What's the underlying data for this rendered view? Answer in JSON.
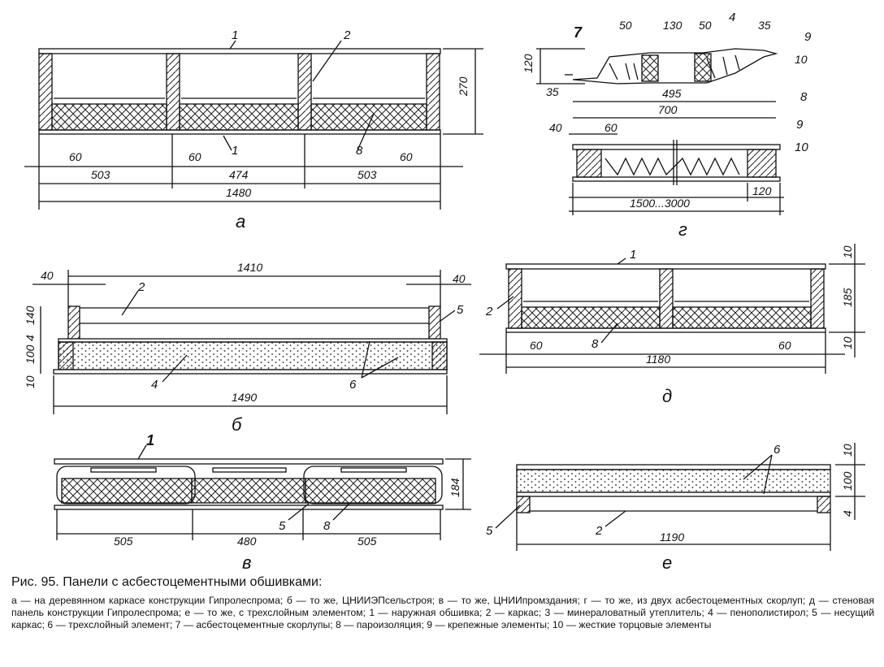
{
  "panels": {
    "a": {
      "caption": "а",
      "dims": [
        "270",
        "60",
        "60",
        "60",
        "503",
        "474",
        "503",
        "1480"
      ],
      "labels": [
        "1",
        "2",
        "1",
        "8"
      ]
    },
    "g": {
      "caption": "г",
      "dims": [
        "50",
        "130",
        "50",
        "35",
        "120",
        "10",
        "35",
        "495",
        "700",
        "40",
        "60",
        "1500...3000",
        "120"
      ],
      "labels": [
        "7",
        "4",
        "9",
        "8",
        "9",
        "10"
      ]
    },
    "b": {
      "caption": "б",
      "dims": [
        "1410",
        "40",
        "40",
        "140",
        "4",
        "100",
        "10",
        "1490"
      ],
      "labels": [
        "2",
        "5",
        "4",
        "6"
      ]
    },
    "d": {
      "caption": "д",
      "dims": [
        "10",
        "185",
        "10",
        "60",
        "60",
        "1180"
      ],
      "labels": [
        "1",
        "2",
        "8"
      ]
    },
    "v": {
      "caption": "в",
      "dims": [
        "184",
        "505",
        "480",
        "505"
      ],
      "labels": [
        "1",
        "5",
        "8"
      ]
    },
    "e": {
      "caption": "е",
      "dims": [
        "10",
        "100",
        "4",
        "1190"
      ],
      "labels": [
        "6",
        "5",
        "2"
      ]
    }
  },
  "caption": {
    "title": "Рис. 95. Панели с асбестоцементными обшивками:",
    "legend": "а — на деревянном каркасе конструкции Гипролеспрома; б — то же, ЦНИИЭПсельстроя; в — то же, ЦНИИпромздания; г — то же, из двух асбестоцементных скорлуп; д — стеновая панель конструкции Гипролеспрома; е — то же, с трехслойным элементом; 1 — наружная обшивка; 2 — каркас; 3 — минераловатный утеплитель; 4 — пенополистирол; 5 — несущий каркас; 6 — трехслойный элемент; 7 — асбестоцементные скорлупы; 8 — пароизоляция; 9 — крепежные элементы; 10 — жесткие торцовые элементы"
  }
}
